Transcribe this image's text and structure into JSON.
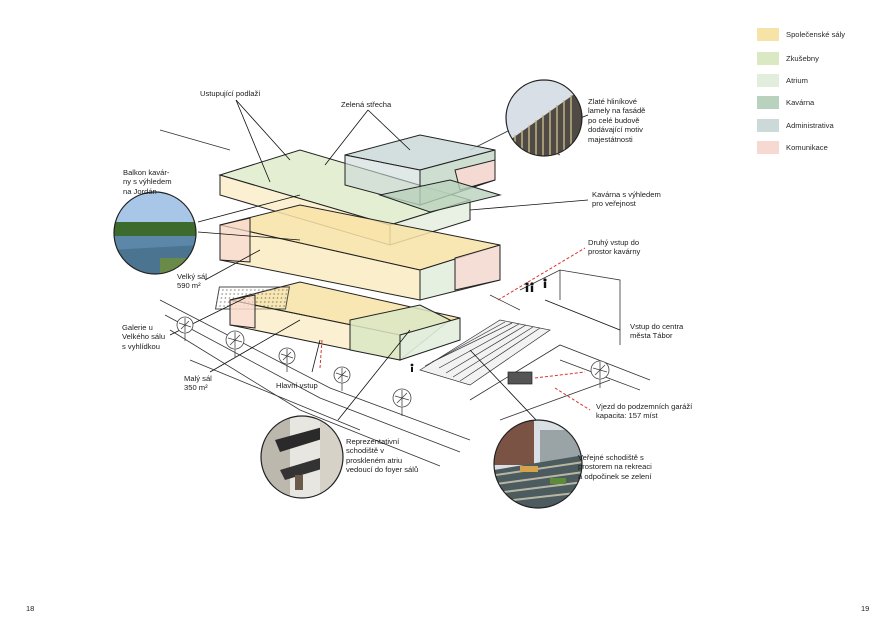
{
  "legend": [
    {
      "label": "Společenské sály",
      "color": "#f8e3a6"
    },
    {
      "label": "Zkušebny",
      "color": "#dbe8c4"
    },
    {
      "label": "Atrium",
      "color": "#e2eedd"
    },
    {
      "label": "Kavárna",
      "color": "#b9d2bd"
    },
    {
      "label": "Administrativa",
      "color": "#cbd9d8"
    },
    {
      "label": "Komunikace",
      "color": "#f8d9d2"
    }
  ],
  "labels": {
    "ustupujici": "Ustupující podlaží",
    "zelena_strecha": "Zelená střecha",
    "zlate_lamely": "Zlaté hliníkové\nlamely na fasádě\npo celé budově\ndodávající motiv\nmajestátnosti",
    "balkon": "Balkon kavár-\nny s výhledem\nna Jordán",
    "kavarna_vyhled": "Kavárna s výhledem\npro veřejnost",
    "druhy_vstup": "Druhý vstup do\nprostor kavárny",
    "velky_sal": "Velký sál\n590 m²",
    "galerie": "Galerie u\nVelkého sálu\ns vyhlídkou",
    "vstup_centra": "Vstup do centra\nměsta Tábor",
    "maly_sal": "Malý sál\n350 m²",
    "hlavni_vstup": "Hlavní vstup",
    "vjezd": "Vjezd do podzemních garáží\nkapacita: 157 míst",
    "reprezentativni": "Reprezentativní\nschodiště v\nproskleném atriu\nvedoucí do foyer sálů",
    "verejne": "Veřejné schodiště s\nprostorem na rekreaci\na odpočinek se zelení"
  },
  "pages": {
    "left": "18",
    "right": "19"
  }
}
